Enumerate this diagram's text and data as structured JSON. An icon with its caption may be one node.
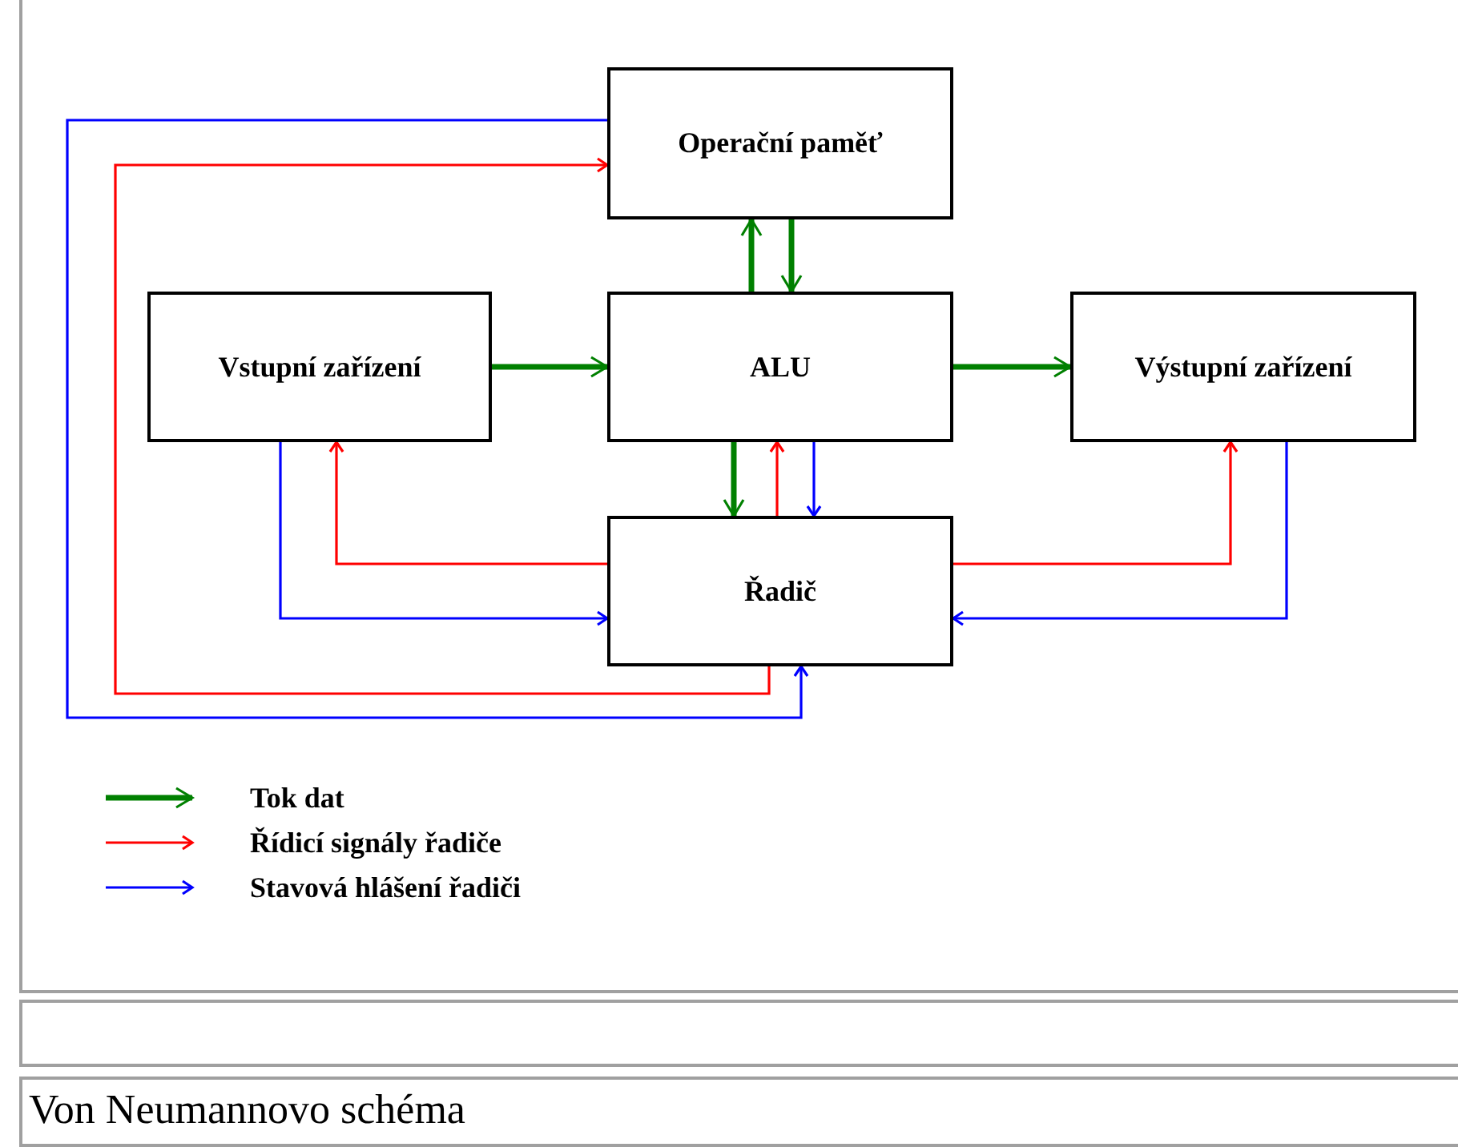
{
  "diagram": {
    "caption": "Von Neumannovo schéma",
    "nodes": [
      {
        "text": [
          "Operační paměť"
        ]
      },
      {
        "text": [
          "Vstupní zařízení"
        ]
      },
      {
        "text": [
          "ALU"
        ]
      },
      {
        "text": [
          "Výstupní zařízení"
        ]
      },
      {
        "text": [
          "Řadič"
        ]
      }
    ],
    "edges": [
      {
        "from": 2,
        "to": 0,
        "arrow": "to",
        "style": "thick",
        "color": "#008000"
      },
      {
        "from": 0,
        "to": 2,
        "arrow": "to",
        "style": "thick",
        "color": "#008000"
      },
      {
        "from": 1,
        "to": 2,
        "arrow": "to",
        "style": "thick",
        "color": "#008000"
      },
      {
        "from": 2,
        "to": 3,
        "arrow": "to",
        "style": "thick",
        "color": "#008000"
      },
      {
        "from": 2,
        "to": 4,
        "arrow": "to",
        "style": "thick",
        "color": "#008000"
      },
      {
        "from": 4,
        "to": 0,
        "arrow": "to",
        "color": "#ff0000"
      },
      {
        "from": 4,
        "to": 1,
        "arrow": "to",
        "color": "#ff0000"
      },
      {
        "from": 4,
        "to": 2,
        "arrow": "to",
        "color": "#ff0000"
      },
      {
        "from": 4,
        "to": 3,
        "arrow": "to",
        "color": "#ff0000"
      },
      {
        "from": 0,
        "to": 4,
        "arrow": "to",
        "color": "#0000ff"
      },
      {
        "from": 1,
        "to": 4,
        "arrow": "to",
        "color": "#0000ff"
      },
      {
        "from": 2,
        "to": 4,
        "arrow": "to",
        "color": "#0000ff"
      },
      {
        "from": 3,
        "to": 4,
        "arrow": "to",
        "color": "#0000ff"
      }
    ],
    "legend": [
      {
        "text": "Tok dat",
        "color": "#008000"
      },
      {
        "text": "Řídicí signály řadiče",
        "color": "#ff0000"
      },
      {
        "text": "Stavová hlášení řadiči",
        "color": "#0000ff"
      }
    ]
  }
}
